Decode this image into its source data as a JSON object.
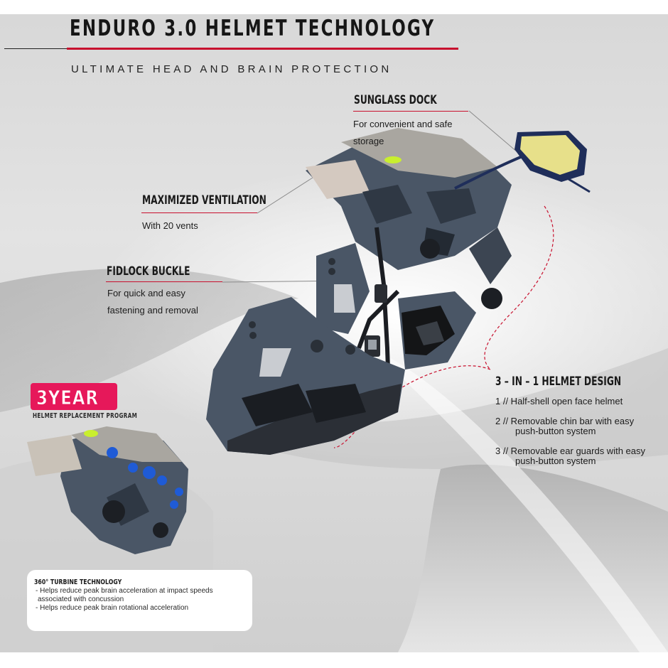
{
  "header": {
    "title": "ENDURO 3.0 HELMET TECHNOLOGY",
    "subtitle": "ULTIMATE HEAD AND BRAIN PROTECTION"
  },
  "features": {
    "sunglass_dock": {
      "title": "SUNGLASS DOCK",
      "line1": "For convenient and safe",
      "line2": "storage"
    },
    "ventilation": {
      "title": "MAXIMIZED VENTILATION",
      "line1": "With 20 vents"
    },
    "fidlock": {
      "title": "FIDLOCK BUCKLE",
      "line1": "For quick and easy",
      "line2": "fastening and removal"
    },
    "design": {
      "title": "3 – IN – 1  HELMET DESIGN",
      "items": [
        {
          "line1": "1 // Half-shell open face helmet"
        },
        {
          "line1": "2 // Removable chin bar with easy",
          "line2": "push-button system"
        },
        {
          "line1": "3 // Removable ear guards with easy",
          "line2": "push-button system"
        }
      ]
    }
  },
  "warranty": {
    "badge": "3YEAR",
    "label": "HELMET REPLACEMENT PROGRAM"
  },
  "turbine": {
    "title": "360° TURBINE TECHNOLOGY",
    "lines": [
      "- Helps reduce peak brain acceleration at impact speeds",
      "  associated with concussion",
      "- Helps reduce peak brain rotational acceleration"
    ]
  },
  "colors": {
    "accent_red": "#c8102e",
    "badge_pink": "#e6185a",
    "helmet_slate": "#4a5666",
    "turbine_blue": "#1f5bd6",
    "visor_grey": "#b9b5ae",
    "lime": "#c9ef2e"
  }
}
